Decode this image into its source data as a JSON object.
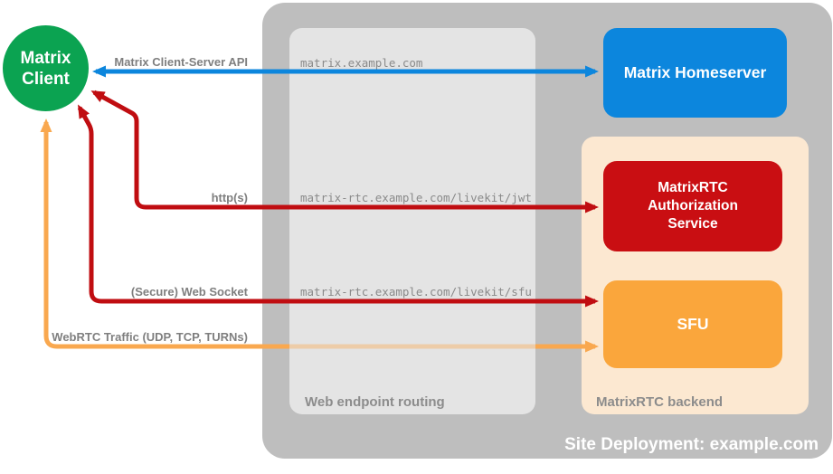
{
  "client": {
    "line1": "Matrix",
    "line2": "Client",
    "color": "#0ba351"
  },
  "nodes": {
    "homeserver": {
      "label": "Matrix Homeserver",
      "color": "#0c86dd"
    },
    "auth_service": {
      "label": "MatrixRTC Authorization Service",
      "color": "#c90e12"
    },
    "sfu": {
      "label": "SFU",
      "color": "#faa63c"
    }
  },
  "groups": {
    "site": {
      "label": "Site Deployment: example.com",
      "color": "#bebebe"
    },
    "routing": {
      "label": "Web endpoint routing",
      "color": "#e4e4e4"
    },
    "backend": {
      "label": "MatrixRTC backend",
      "color": "#fce8d1"
    }
  },
  "endpoints": {
    "homeserver": "matrix.example.com",
    "jwt": "matrix-rtc.example.com/livekit/jwt",
    "sfu": "matrix-rtc.example.com/livekit/sfu"
  },
  "edges": {
    "client_server_api": {
      "label": "Matrix Client-Server API",
      "color": "#0c86dd"
    },
    "https": {
      "label": "http(s)",
      "color": "#c00d11"
    },
    "websocket": {
      "label": "(Secure) Web Socket",
      "color": "#c00d11"
    },
    "webrtc": {
      "label": "WebRTC Traffic (UDP, TCP, TURNs)",
      "color": "#f9a84f"
    }
  }
}
